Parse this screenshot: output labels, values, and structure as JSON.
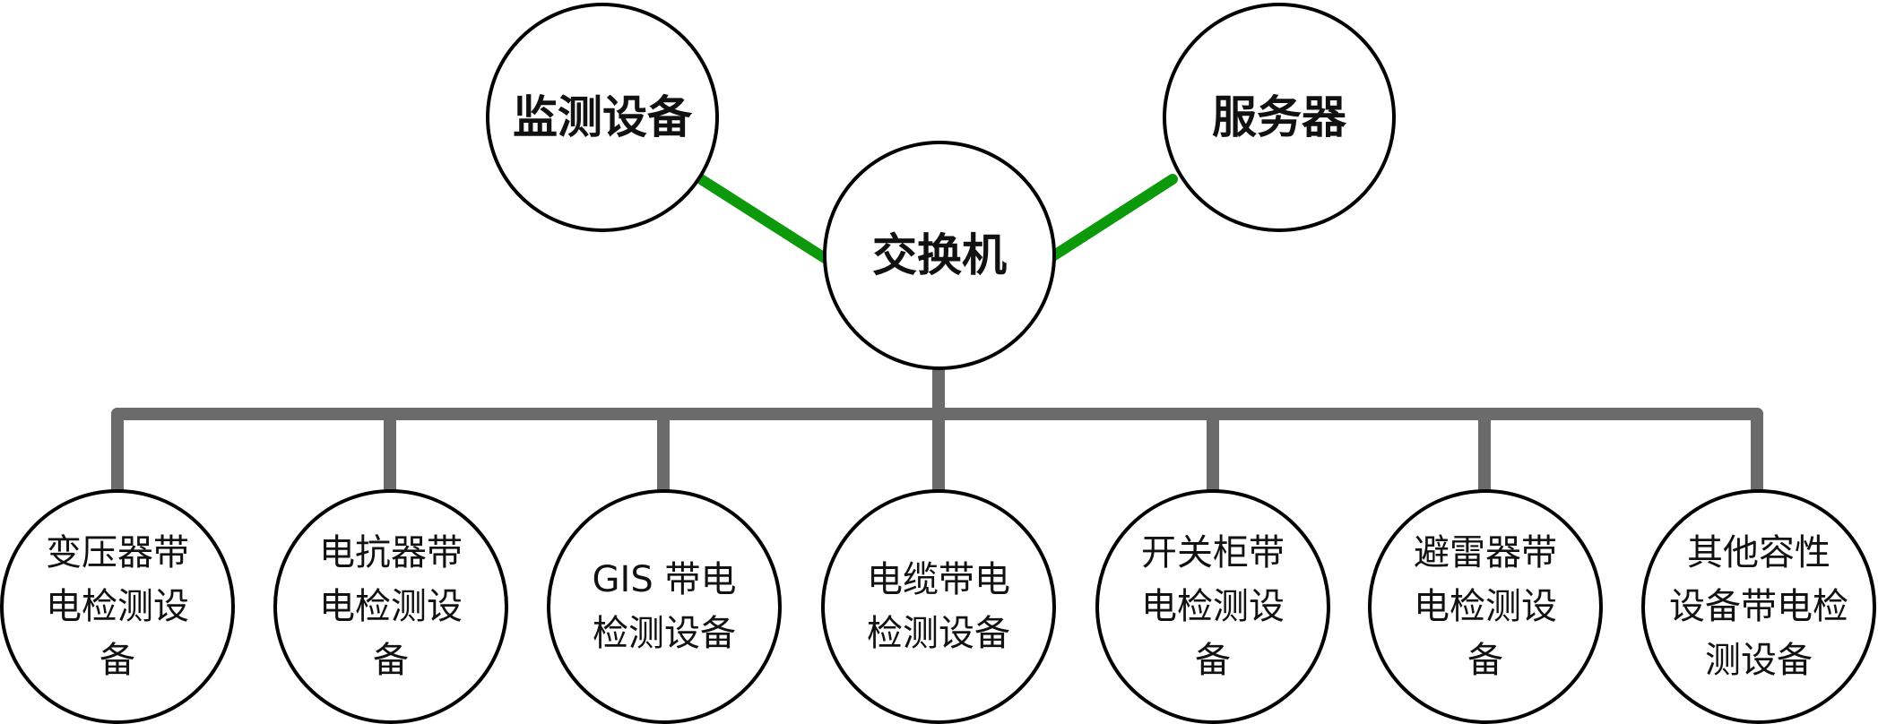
{
  "colors": {
    "green_link": "#0c9a0c",
    "gray_bus": "#6b6b6b",
    "node_border": "#000000"
  },
  "nodes": {
    "monitor": {
      "label": "监测设备"
    },
    "server": {
      "label": "服务器"
    },
    "switch": {
      "label": "交换机"
    },
    "devices": [
      {
        "lines": [
          "变压器带",
          "电检测设",
          "备"
        ]
      },
      {
        "lines": [
          "电抗器带",
          "电检测设",
          "备"
        ]
      },
      {
        "lines": [
          "GIS 带电",
          "检测设备"
        ]
      },
      {
        "lines": [
          "电缆带电",
          "检测设备"
        ]
      },
      {
        "lines": [
          "开关柜带",
          "电检测设",
          "备"
        ]
      },
      {
        "lines": [
          "避雷器带",
          "电检测设",
          "备"
        ]
      },
      {
        "lines": [
          "其他容性",
          "设备带电检",
          "测设备"
        ]
      }
    ]
  }
}
